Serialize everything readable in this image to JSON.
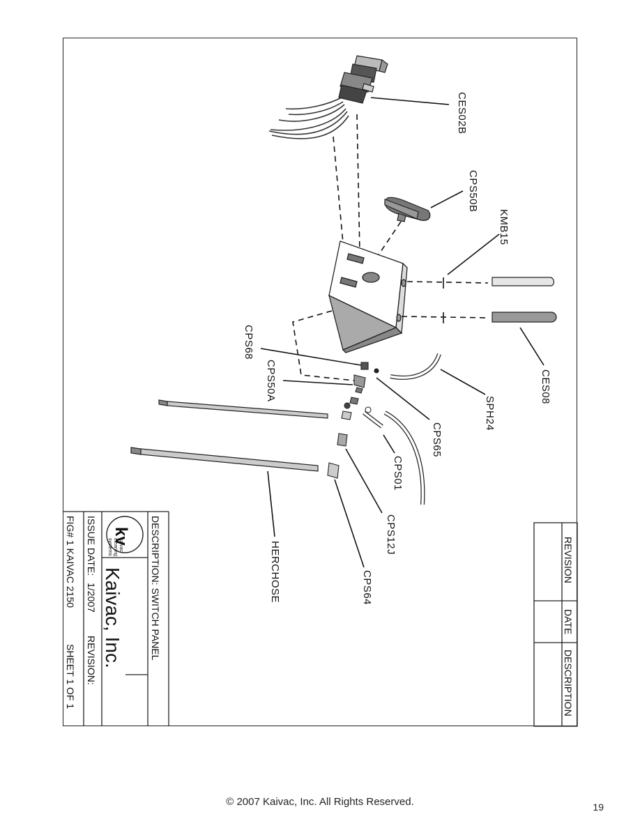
{
  "parts": {
    "ces02b": "CES02B",
    "cps50b": "CPS50B",
    "kmb15": "KMB15",
    "cps68": "CPS68",
    "cps50a": "CPS50A",
    "ces08": "CES08",
    "sph24": "SPH24",
    "cps65": "CPS65",
    "cps01": "CPS01",
    "cps12j": "CPS12J",
    "herchose": "HERCHOSE",
    "cps64": "CPS64"
  },
  "revision_block": {
    "revision": "REVISION",
    "date": "DATE",
    "description": "DESCRIPTION"
  },
  "title_block": {
    "description": "DESCRIPTION: SWITCH PANEL",
    "company": "Kaivac, Inc.",
    "logo_letters": "kv",
    "logo_text": [
      "kaivac",
      "cleaning",
      "systems"
    ],
    "issue_date_label": "ISSUE DATE:",
    "issue_date": "1/2007",
    "revision_label": "REVISION:",
    "fig": "FIG# 1  KAIVAC 2150",
    "sheet": "SHEET 1 OF 1"
  },
  "footer": {
    "copyright": "© 2007 Kaivac, Inc. All Rights Reserved.",
    "page_number": "19"
  }
}
